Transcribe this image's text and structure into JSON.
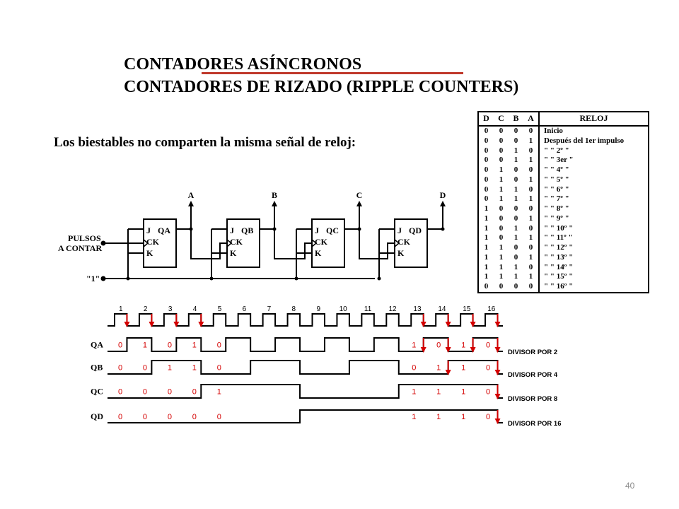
{
  "title": "CONTADORES ASÍNCRONOS",
  "subtitle": "CONTADORES DE RIZADO (RIPPLE COUNTERS)",
  "intro": "Los biestables no comparten la misma señal de reloj:",
  "accent_color": "#c0392b",
  "slide_number": "40",
  "truth_table": {
    "headers": [
      "D",
      "C",
      "B",
      "A",
      "RELOJ"
    ],
    "rows": [
      {
        "bits": [
          "0",
          "0",
          "0",
          "0"
        ],
        "clock": "Inicio"
      },
      {
        "bits": [
          "0",
          "0",
          "0",
          "1"
        ],
        "clock": "Después del  1er impulso"
      },
      {
        "bits": [
          "0",
          "0",
          "1",
          "0"
        ],
        "clock": "\"      \"   2º     \""
      },
      {
        "bits": [
          "0",
          "0",
          "1",
          "1"
        ],
        "clock": "\"      \"   3er    \""
      },
      {
        "bits": [
          "0",
          "1",
          "0",
          "0"
        ],
        "clock": "\"      \"   4º     \""
      },
      {
        "bits": [
          "0",
          "1",
          "0",
          "1"
        ],
        "clock": "\"      \"   5º     \""
      },
      {
        "bits": [
          "0",
          "1",
          "1",
          "0"
        ],
        "clock": "\"      \"   6º     \""
      },
      {
        "bits": [
          "0",
          "1",
          "1",
          "1"
        ],
        "clock": "\"      \"   7º     \""
      },
      {
        "bits": [
          "1",
          "0",
          "0",
          "0"
        ],
        "clock": "\"      \"   8º     \""
      },
      {
        "bits": [
          "1",
          "0",
          "0",
          "1"
        ],
        "clock": "\"      \"   9º     \""
      },
      {
        "bits": [
          "1",
          "0",
          "1",
          "0"
        ],
        "clock": "\"      \"   10º    \""
      },
      {
        "bits": [
          "1",
          "0",
          "1",
          "1"
        ],
        "clock": "\"      \"   11º    \""
      },
      {
        "bits": [
          "1",
          "1",
          "0",
          "0"
        ],
        "clock": "\"      \"   12º    \""
      },
      {
        "bits": [
          "1",
          "1",
          "0",
          "1"
        ],
        "clock": "\"      \"   13º    \""
      },
      {
        "bits": [
          "1",
          "1",
          "1",
          "0"
        ],
        "clock": "\"      \"   14º    \""
      },
      {
        "bits": [
          "1",
          "1",
          "1",
          "1"
        ],
        "clock": "\"      \"   15º    \""
      },
      {
        "bits": [
          "0",
          "0",
          "0",
          "0"
        ],
        "clock": "\"      \"   16º    \""
      }
    ]
  },
  "circuit": {
    "input_label_1": "PULSOS",
    "input_label_2": "A CONTAR",
    "one_label": "\"1\"",
    "outputs": [
      "A",
      "B",
      "C",
      "D"
    ],
    "flipflops": [
      {
        "j": "J",
        "ck": "CK",
        "k": "K",
        "q": "QA"
      },
      {
        "j": "J",
        "ck": "CK",
        "k": "K",
        "q": "QB"
      },
      {
        "j": "J",
        "ck": "CK",
        "k": "K",
        "q": "QC"
      },
      {
        "j": "J",
        "ck": "CK",
        "k": "K",
        "q": "QD"
      }
    ]
  },
  "timing": {
    "pulse_numbers": [
      "1",
      "2",
      "3",
      "4",
      "5",
      "6",
      "7",
      "8",
      "9",
      "10",
      "11",
      "12",
      "13",
      "14",
      "15",
      "16"
    ],
    "signals": [
      {
        "name": "QA",
        "divisor": "DIVISOR POR 2",
        "left_bits": [
          "0",
          "1",
          "0",
          "1",
          "0"
        ],
        "right_bits": [
          "1",
          "0",
          "1",
          "0"
        ]
      },
      {
        "name": "QB",
        "divisor": "DIVISOR POR 4",
        "left_bits": [
          "0",
          "0",
          "1",
          "1",
          "0"
        ],
        "right_bits": [
          "0",
          "1",
          "1",
          "0"
        ]
      },
      {
        "name": "QC",
        "divisor": "DIVISOR POR 8",
        "left_bits": [
          "0",
          "0",
          "0",
          "0",
          "1"
        ],
        "right_bits": [
          "1",
          "1",
          "1",
          "0"
        ]
      },
      {
        "name": "QD",
        "divisor": "DIVISOR POR 16",
        "left_bits": [
          "0",
          "0",
          "0",
          "0",
          "0"
        ],
        "right_bits": [
          "1",
          "1",
          "1",
          "0"
        ]
      }
    ]
  }
}
